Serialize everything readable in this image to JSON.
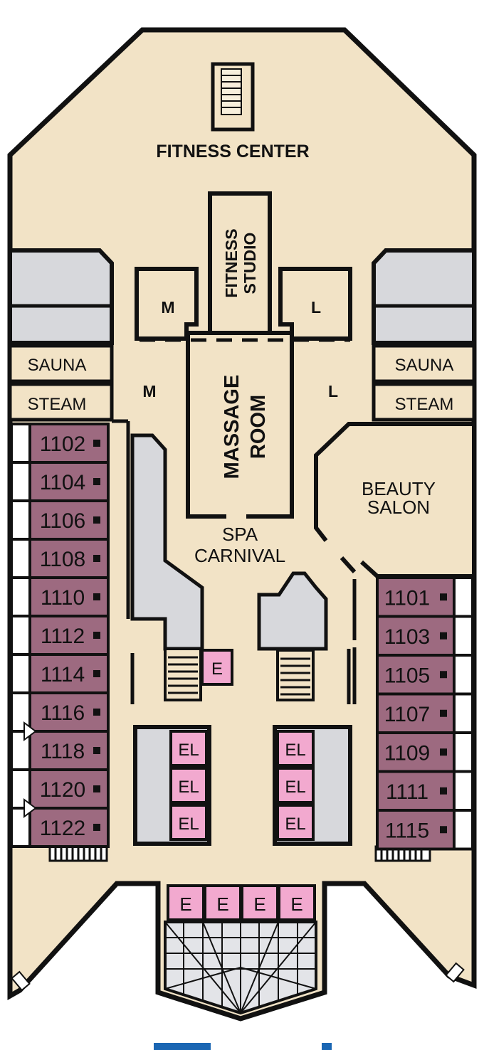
{
  "colors": {
    "deck": "#f2e3c6",
    "outline": "#111111",
    "cabin": "#9d6a80",
    "gray": "#d7d8dc",
    "pink": "#f2a9cf",
    "white": "#ffffff"
  },
  "labels": {
    "fitness_center": "FITNESS CENTER",
    "fitness_studio_1": "FITNESS",
    "fitness_studio_2": "STUDIO",
    "m": "M",
    "l": "L",
    "sauna": "SAUNA",
    "steam": "STEAM",
    "massage_1": "MASSAGE",
    "massage_2": "ROOM",
    "beauty_1": "BEAUTY",
    "beauty_2": "SALON",
    "spa_1": "SPA",
    "spa_2": "CARNIVAL",
    "elevator": "EL",
    "e": "E"
  },
  "cabins": {
    "left": [
      "1102",
      "1104",
      "1106",
      "1108",
      "1110",
      "1112",
      "1114",
      "1116",
      "1118",
      "1120",
      "1122"
    ],
    "right": [
      "1101",
      "1103",
      "1105",
      "1107",
      "1109",
      "1111",
      "1115"
    ]
  }
}
